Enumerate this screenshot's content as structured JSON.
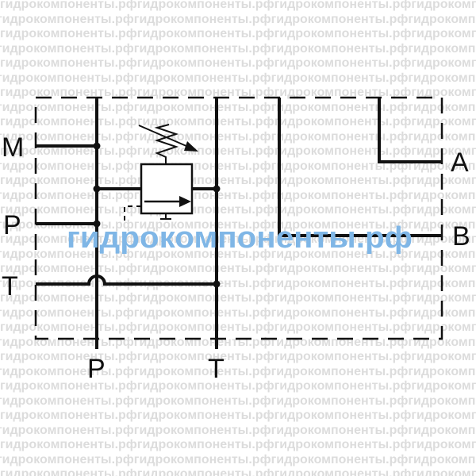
{
  "watermark": {
    "text": "гидрокомпоненты.рфгидрокомпоненты.рфгидрокомпоненты.рфгидрокомпоненты.рф",
    "color": "#dcdcdc"
  },
  "brand_text": "гидрокомпоненты.рф",
  "brand_color": "#7fb6e6",
  "line_color": "#111111",
  "ports": {
    "M": "M",
    "P_left": "P",
    "T_left": "T",
    "A": "A",
    "B": "B",
    "P_bottom": "P",
    "T_bottom": "T"
  }
}
